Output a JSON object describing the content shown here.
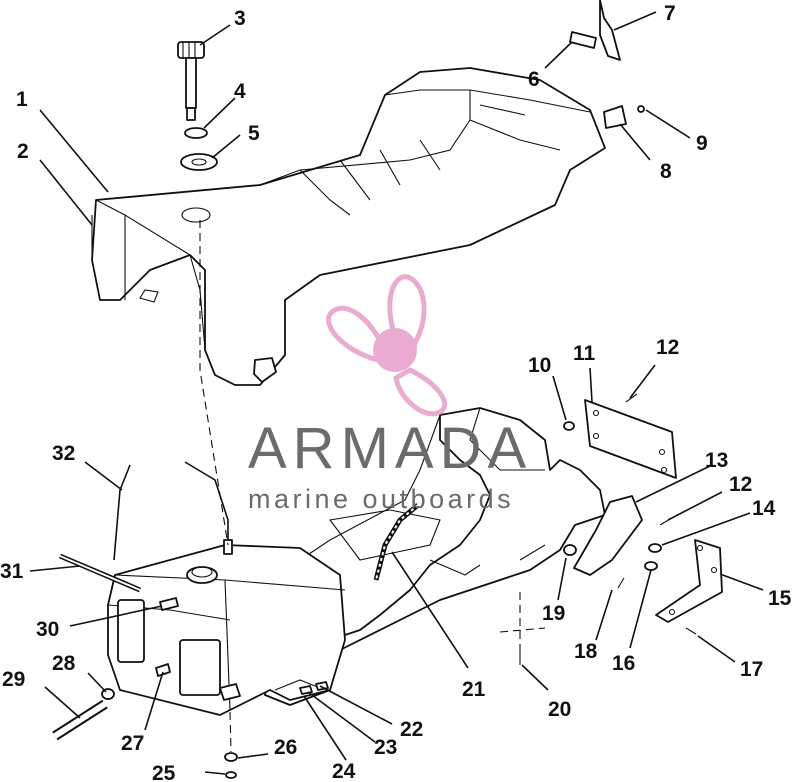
{
  "callouts": {
    "c1": "1",
    "c2": "2",
    "c3": "3",
    "c4": "4",
    "c5": "5",
    "c6": "6",
    "c7": "7",
    "c8": "8",
    "c9": "9",
    "c10": "10",
    "c11": "11",
    "c12a": "12",
    "c12b": "12",
    "c13": "13",
    "c14": "14",
    "c15": "15",
    "c16": "16",
    "c17": "17",
    "c18": "18",
    "c19": "19",
    "c20": "20",
    "c21": "21",
    "c22": "22",
    "c23": "23",
    "c24": "24",
    "c25": "25",
    "c26": "26",
    "c27": "27",
    "c28": "28",
    "c29": "29",
    "c30": "30",
    "c31": "31",
    "c32": "32"
  },
  "watermark": {
    "brand": "ARMADA",
    "tagline": "marine outboards",
    "color": "#e8a3cc"
  }
}
